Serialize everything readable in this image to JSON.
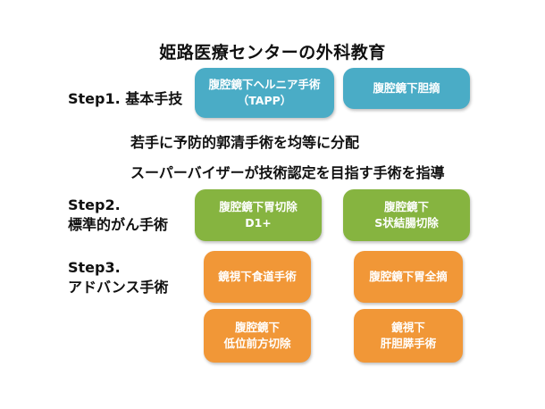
{
  "title": "姫路医療センターの外科教育",
  "colors": {
    "step1": "#4aacc6",
    "step2": "#86b440",
    "step3": "#f19737"
  },
  "step1": {
    "label": "Step1. 基本手技",
    "boxes": [
      {
        "line1": "腹腔鏡下ヘルニア手術",
        "line2": "（TAPP）"
      },
      {
        "line1": "腹腔鏡下胆摘"
      }
    ],
    "notes": [
      "若手に予防的郭清手術を均等に分配",
      "スーパーバイザーが技術認定を目指す手術を指導"
    ]
  },
  "step2": {
    "label_line1": "Step2.",
    "label_line2": "標準的がん手術",
    "boxes": [
      {
        "line1": "腹腔鏡下胃切除",
        "line2": "D1+"
      },
      {
        "line1": "腹腔鏡下",
        "line2": "S状結腸切除"
      }
    ]
  },
  "step3": {
    "label_line1": "Step3.",
    "label_line2": "アドバンス手術",
    "boxes": [
      {
        "line1": "鏡視下食道手術"
      },
      {
        "line1": "腹腔鏡下胃全摘"
      },
      {
        "line1": "腹腔鏡下",
        "line2": "低位前方切除"
      },
      {
        "line1": "鏡視下",
        "line2": "肝胆膵手術"
      }
    ]
  }
}
